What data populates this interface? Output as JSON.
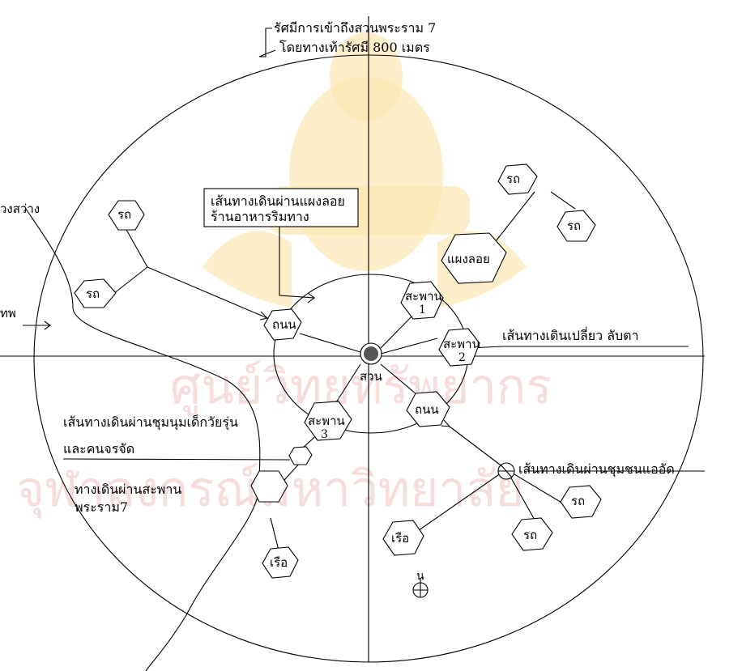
{
  "header": {
    "title_line1": "รัศมีการเข้าถึงสวนพระราม 7",
    "title_line2": "โดยทางเท้ารัศมี 800 เมตร"
  },
  "watermark": {
    "line1": "ศูนย์วิทยทรัพยากร",
    "line2": "จุฬาลงกรณ์มหาวิทยาลัย"
  },
  "nodes": {
    "car": "รถ",
    "street": "ถนน",
    "stall": "แผงลอย",
    "park": "สวน",
    "boat": "เรือ",
    "bridge": "สะพาน",
    "bridge1_num": "1",
    "bridge2_num": "2",
    "bridge3_num": "3"
  },
  "labels": {
    "left_edge_top": "ุวงสว่าง",
    "left_edge_mid": "ทพ",
    "stall_route_line1": "เส้นทางเดินผ่านแผงลอย",
    "stall_route_line2": "ร้านอาหารริมทาง",
    "quiet_route": "เส้นทางเดินเปลี่ยว ลับตา",
    "teen_route_line1": "เส้นทางเดินผ่านชุมนุมเด็กวัยรุ่น",
    "teen_route_line2": "และคนจรจัด",
    "bridge_walk_line1": "ทางเดินผ่านสะพาน",
    "bridge_walk_line2": "พระราม7",
    "slum_route": "เส้นทางเดินผ่านชุมชนแออัด",
    "north": "น"
  },
  "colors": {
    "line": "#000000",
    "watermark": "#f2c0c0",
    "crest": "#fbe7b0"
  }
}
